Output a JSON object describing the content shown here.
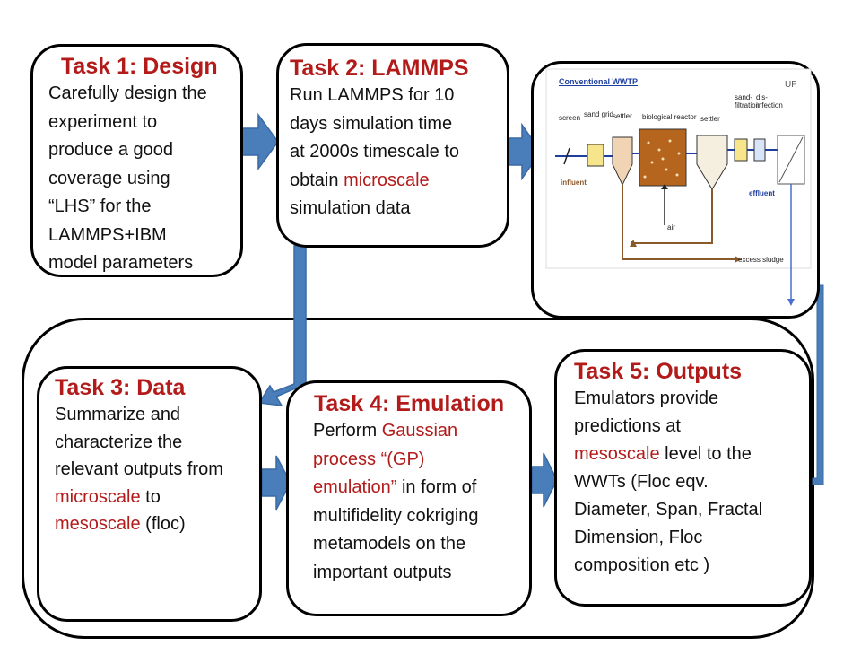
{
  "task1": {
    "title": "Task 1: Design",
    "lines": [
      "Carefully design the",
      "experiment to",
      "produce a good",
      "coverage using",
      "“LHS” for the",
      "LAMMPS+IBM",
      "model parameters"
    ]
  },
  "task2": {
    "title": "Task 2: LAMMPS",
    "line1": "Run LAMMPS for 10",
    "line2": "days simulation time",
    "line3": "at 2000s timescale to",
    "line4_pre": "obtain ",
    "line4_red": "microscale",
    "line5": "simulation data"
  },
  "task3": {
    "title": "Task 3: Data",
    "line1": "Summarize and",
    "line2": "characterize the",
    "line3": "relevant outputs from",
    "line4_red": "microscale",
    "line4_post": " to",
    "line5_red": "mesoscale",
    "line5_post": " (floc)"
  },
  "task4": {
    "title": "Task 4: Emulation",
    "line1_pre": "Perform ",
    "line1_red": "Gaussian",
    "line2_red": "process “(GP)",
    "line3_red": "emulation”",
    "line3_post": " in form of",
    "line4": "multifidelity cokriging",
    "line5": "metamodels on the",
    "line6": "important outputs"
  },
  "task5": {
    "title": "Task 5: Outputs",
    "line1": "Emulators provide",
    "line2": "predictions at",
    "line3_red": "mesoscale",
    "line3_post": " level to the",
    "line4": "WWTs (Floc eqv.",
    "line5": "Diameter, Span, Fractal",
    "line6": "Dimension, Floc",
    "line7": "composition etc )"
  },
  "wwtp": {
    "title": "Conventional WWTP",
    "screen": "screen",
    "sand_grid": "sand grid",
    "settler1": "settler",
    "bioreactor": "biological reactor",
    "settler2": "settler",
    "sand_filtration": "sand-\nfiltration",
    "disinfection": "dis-\ninfection",
    "uf": "UF",
    "influent": "influent",
    "effluent": "effluent",
    "air": "air",
    "excess_sludge": "excess sludge"
  },
  "colors": {
    "arrow": "#4a7ebb",
    "arrow_edge": "#3a6aa5",
    "title_red": "#b31b1b",
    "wwtp_blue": "#1f3f9f",
    "sludge_line": "#8b5a2b"
  }
}
